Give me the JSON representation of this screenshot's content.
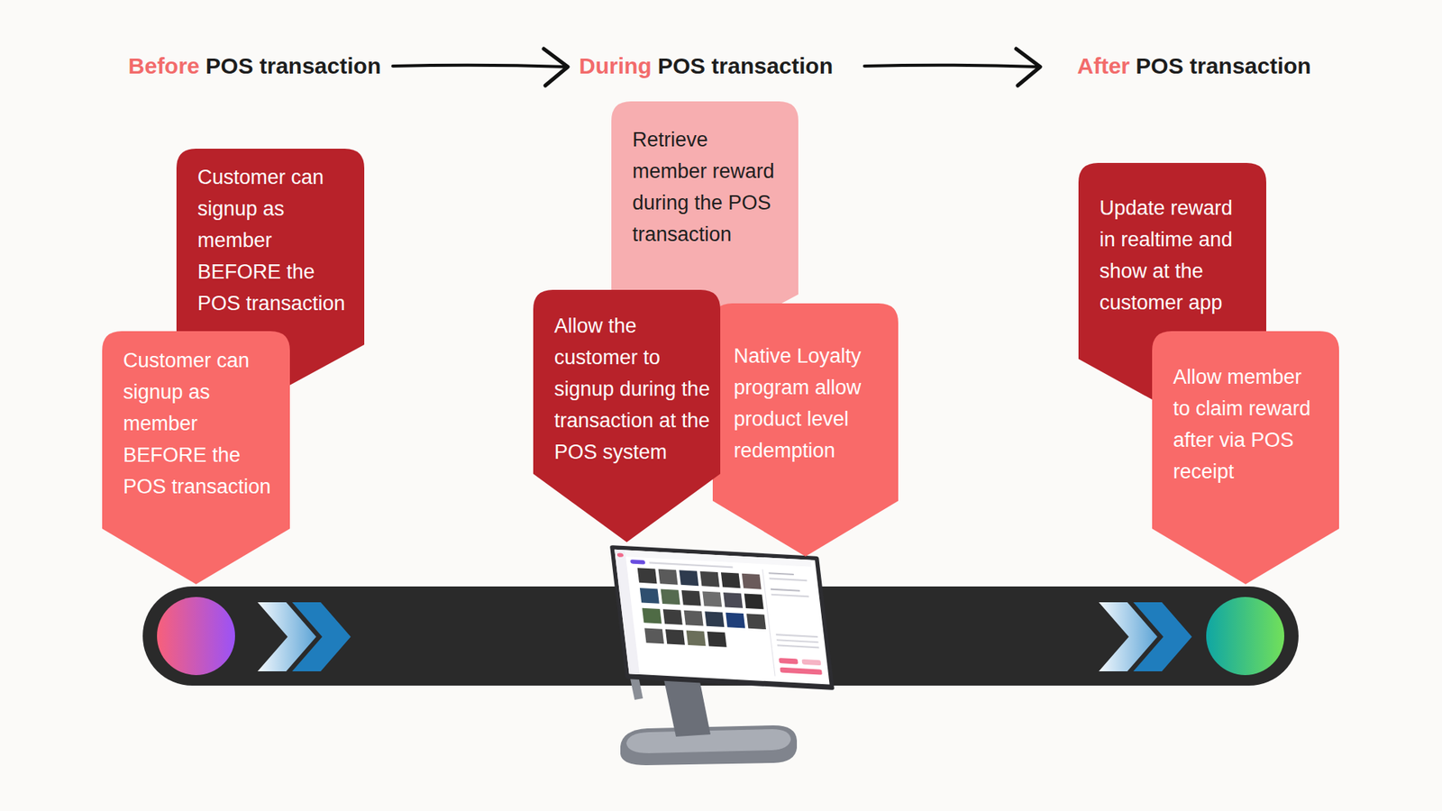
{
  "diagram": {
    "nodes": [
      {
        "text": [
          "Customer can signup as member BEFORE the POS transaction"
        ]
      },
      {
        "text": [
          "Customer can signup as member BEFORE the POS transaction"
        ]
      },
      {
        "text": [
          "Retrieve member reward during the POS transaction"
        ]
      },
      {
        "text": [
          "Allow the customer to signup during the transaction at the POS system"
        ]
      },
      {
        "text": [
          "Native Loyalty program allow product level redemption"
        ]
      },
      {
        "text": [
          "Update reward in realtime and show at the customer app"
        ]
      },
      {
        "text": [
          "Allow member to claim reward after via POS receipt"
        ]
      }
    ],
    "labels": [
      "Before",
      "POS transaction",
      "During",
      "POS transaction",
      "After",
      "POS transaction"
    ]
  }
}
